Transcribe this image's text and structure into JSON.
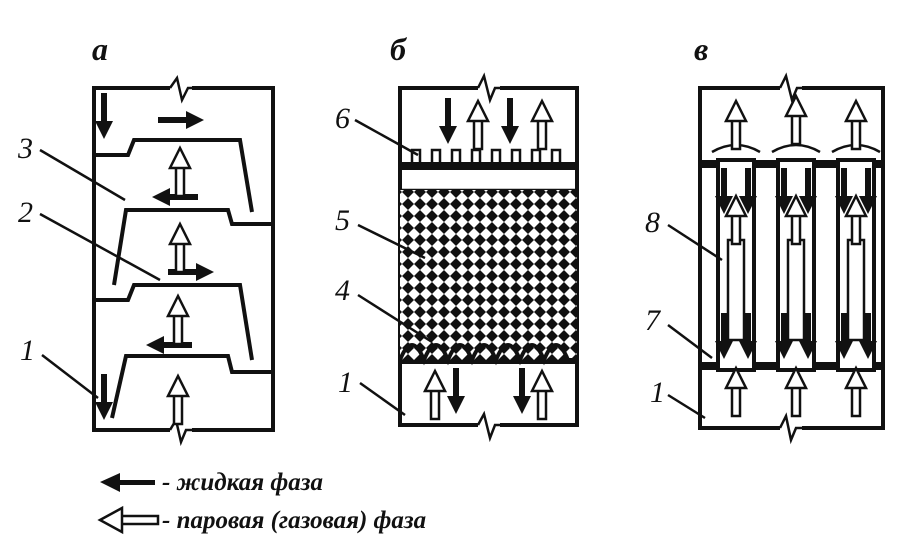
{
  "panels": [
    {
      "id": "a",
      "header": "а"
    },
    {
      "id": "b",
      "header": "б"
    },
    {
      "id": "c",
      "header": "в"
    }
  ],
  "callouts": {
    "a": [
      "3",
      "2",
      "1"
    ],
    "b": [
      "6",
      "5",
      "4",
      "1"
    ],
    "c": [
      "8",
      "7",
      "1"
    ]
  },
  "legend": {
    "liquid": "- жидкая фаза",
    "vapor": "- паровая (газовая) фаза"
  },
  "colors": {
    "ink": "#111111",
    "background": "#ffffff"
  }
}
